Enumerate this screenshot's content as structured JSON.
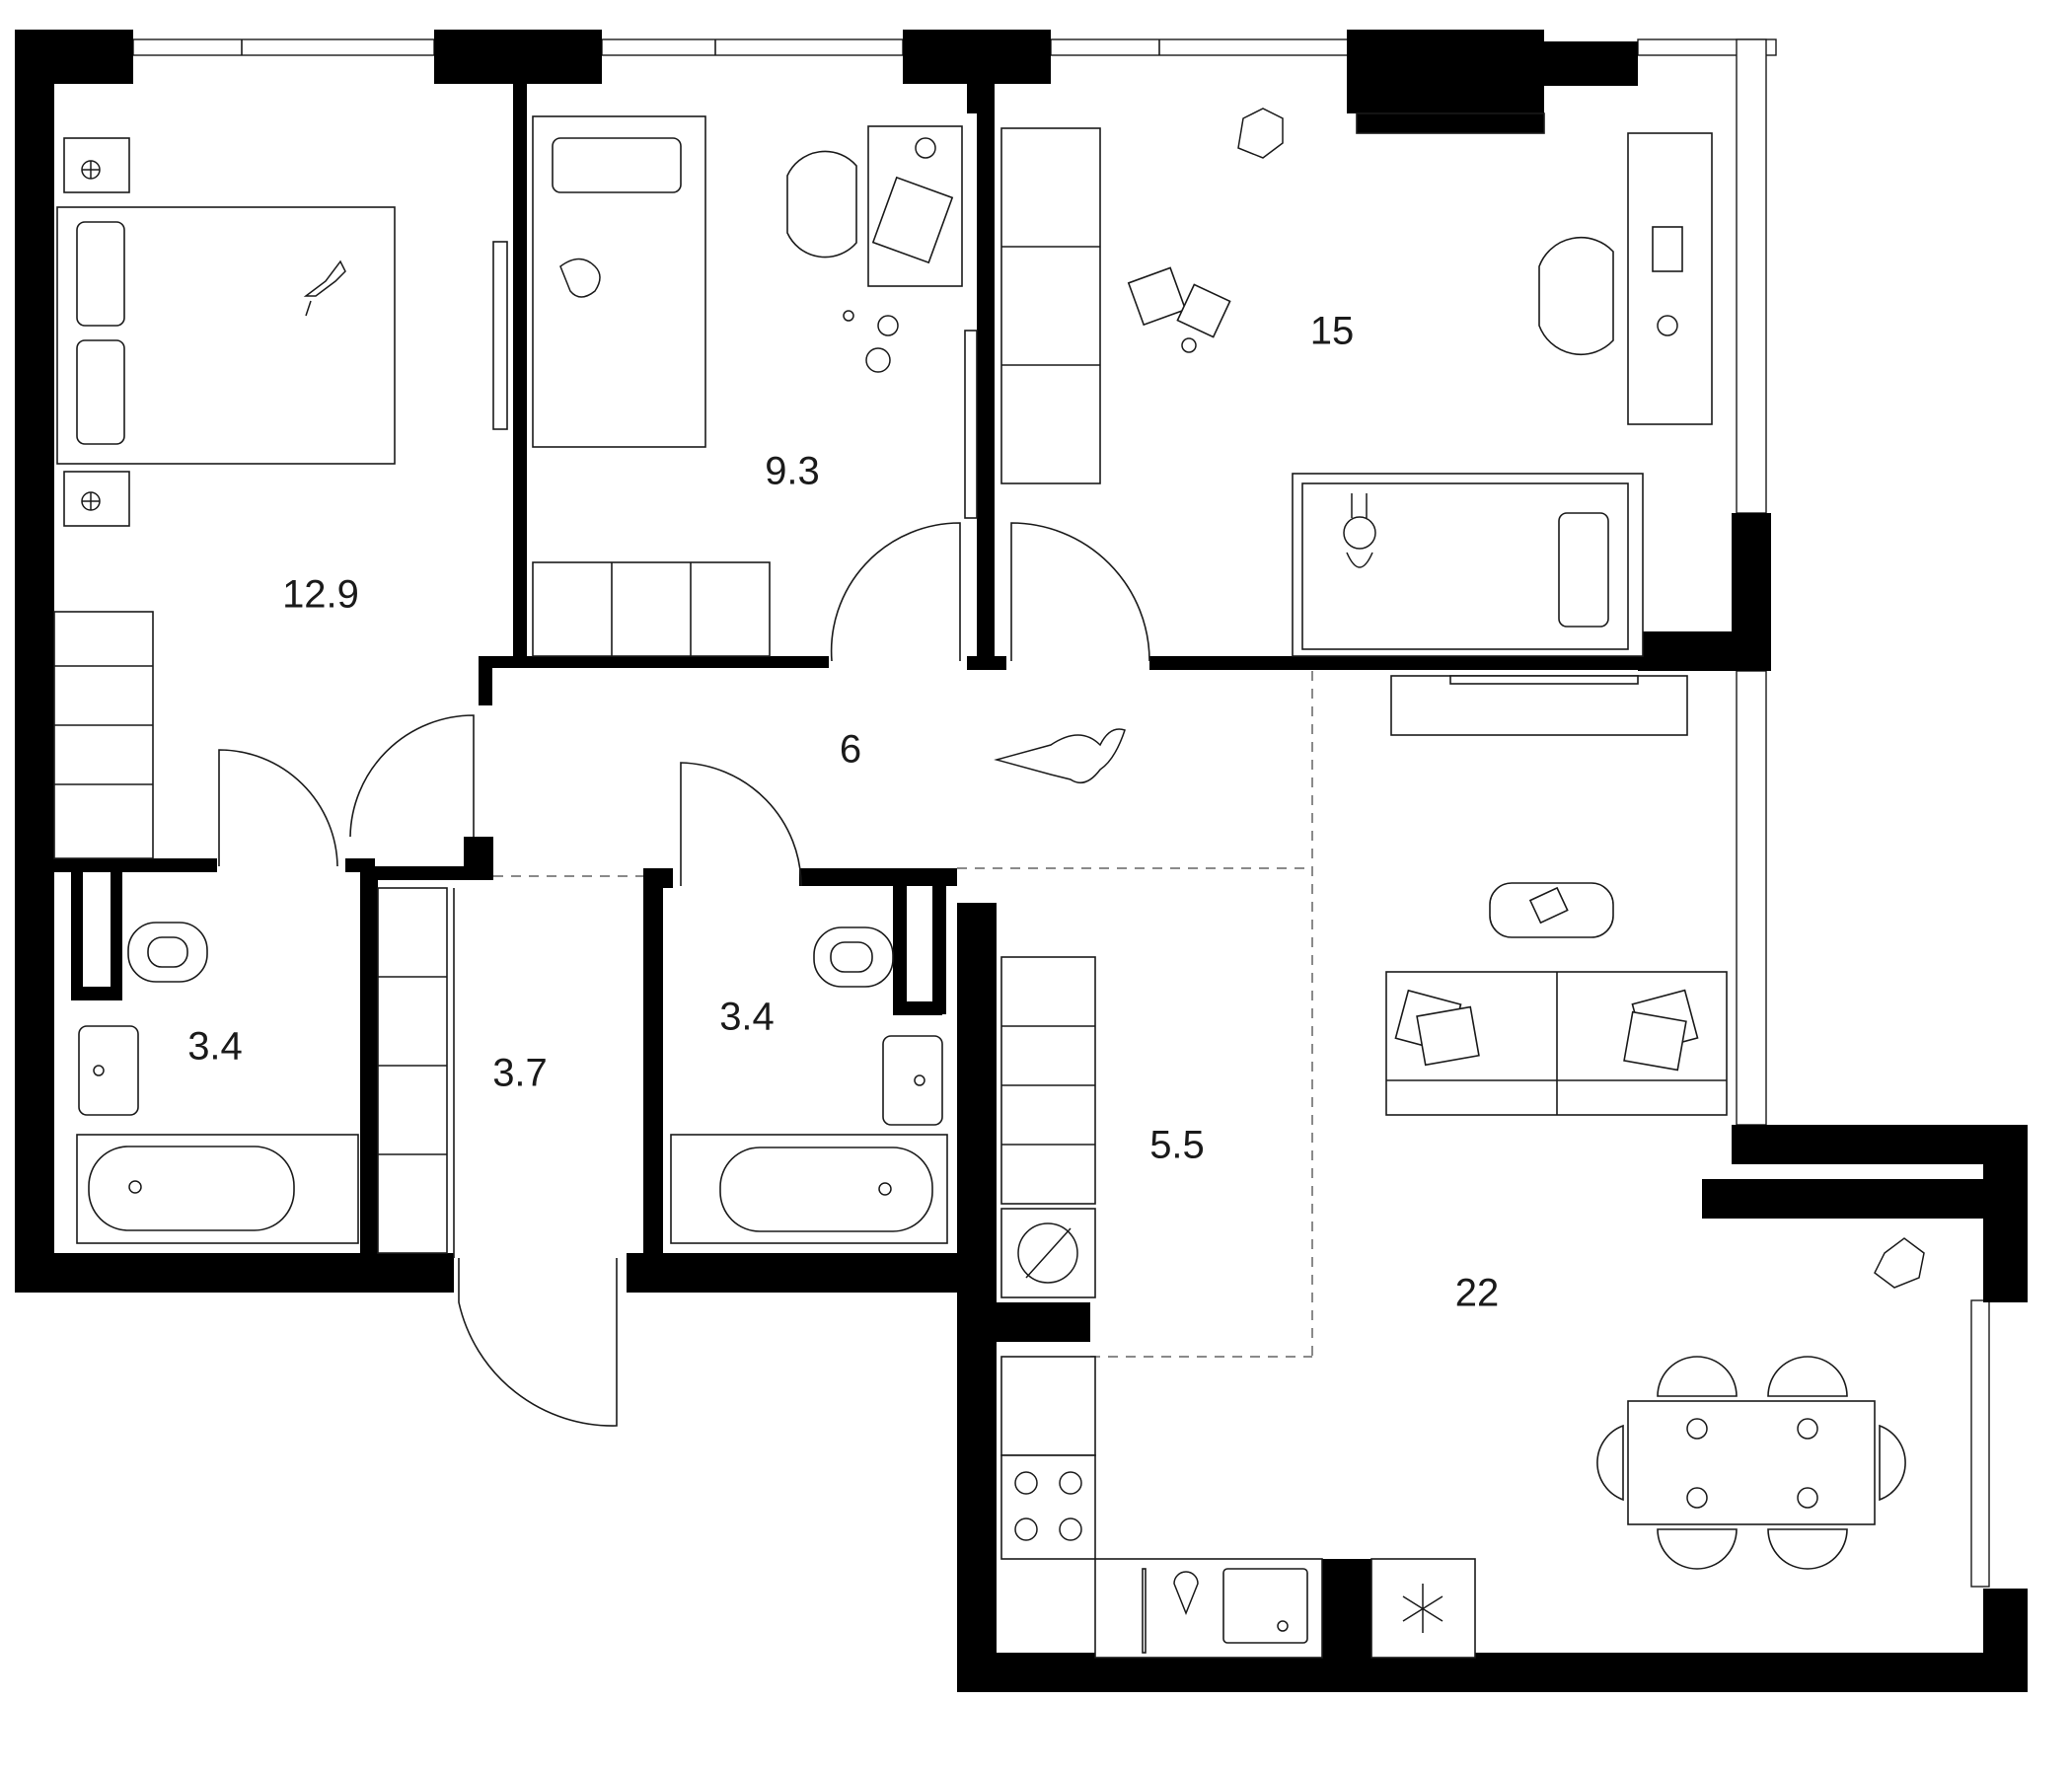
{
  "plan": {
    "rooms": [
      {
        "id": "bedroom-main",
        "area": "12.9"
      },
      {
        "id": "bedroom-small",
        "area": "9.3"
      },
      {
        "id": "bedroom-kids",
        "area": "15"
      },
      {
        "id": "hallway",
        "area": "6"
      },
      {
        "id": "bathroom-left",
        "area": "3.4"
      },
      {
        "id": "entrance",
        "area": "3.7"
      },
      {
        "id": "bathroom-center",
        "area": "3.4"
      },
      {
        "id": "kitchen",
        "area": "5.5"
      },
      {
        "id": "living",
        "area": "22"
      }
    ]
  },
  "colors": {
    "wall": "#000000",
    "line": "#1a1a1a",
    "zone_dash": "#8a8a8a",
    "background": "#ffffff"
  }
}
